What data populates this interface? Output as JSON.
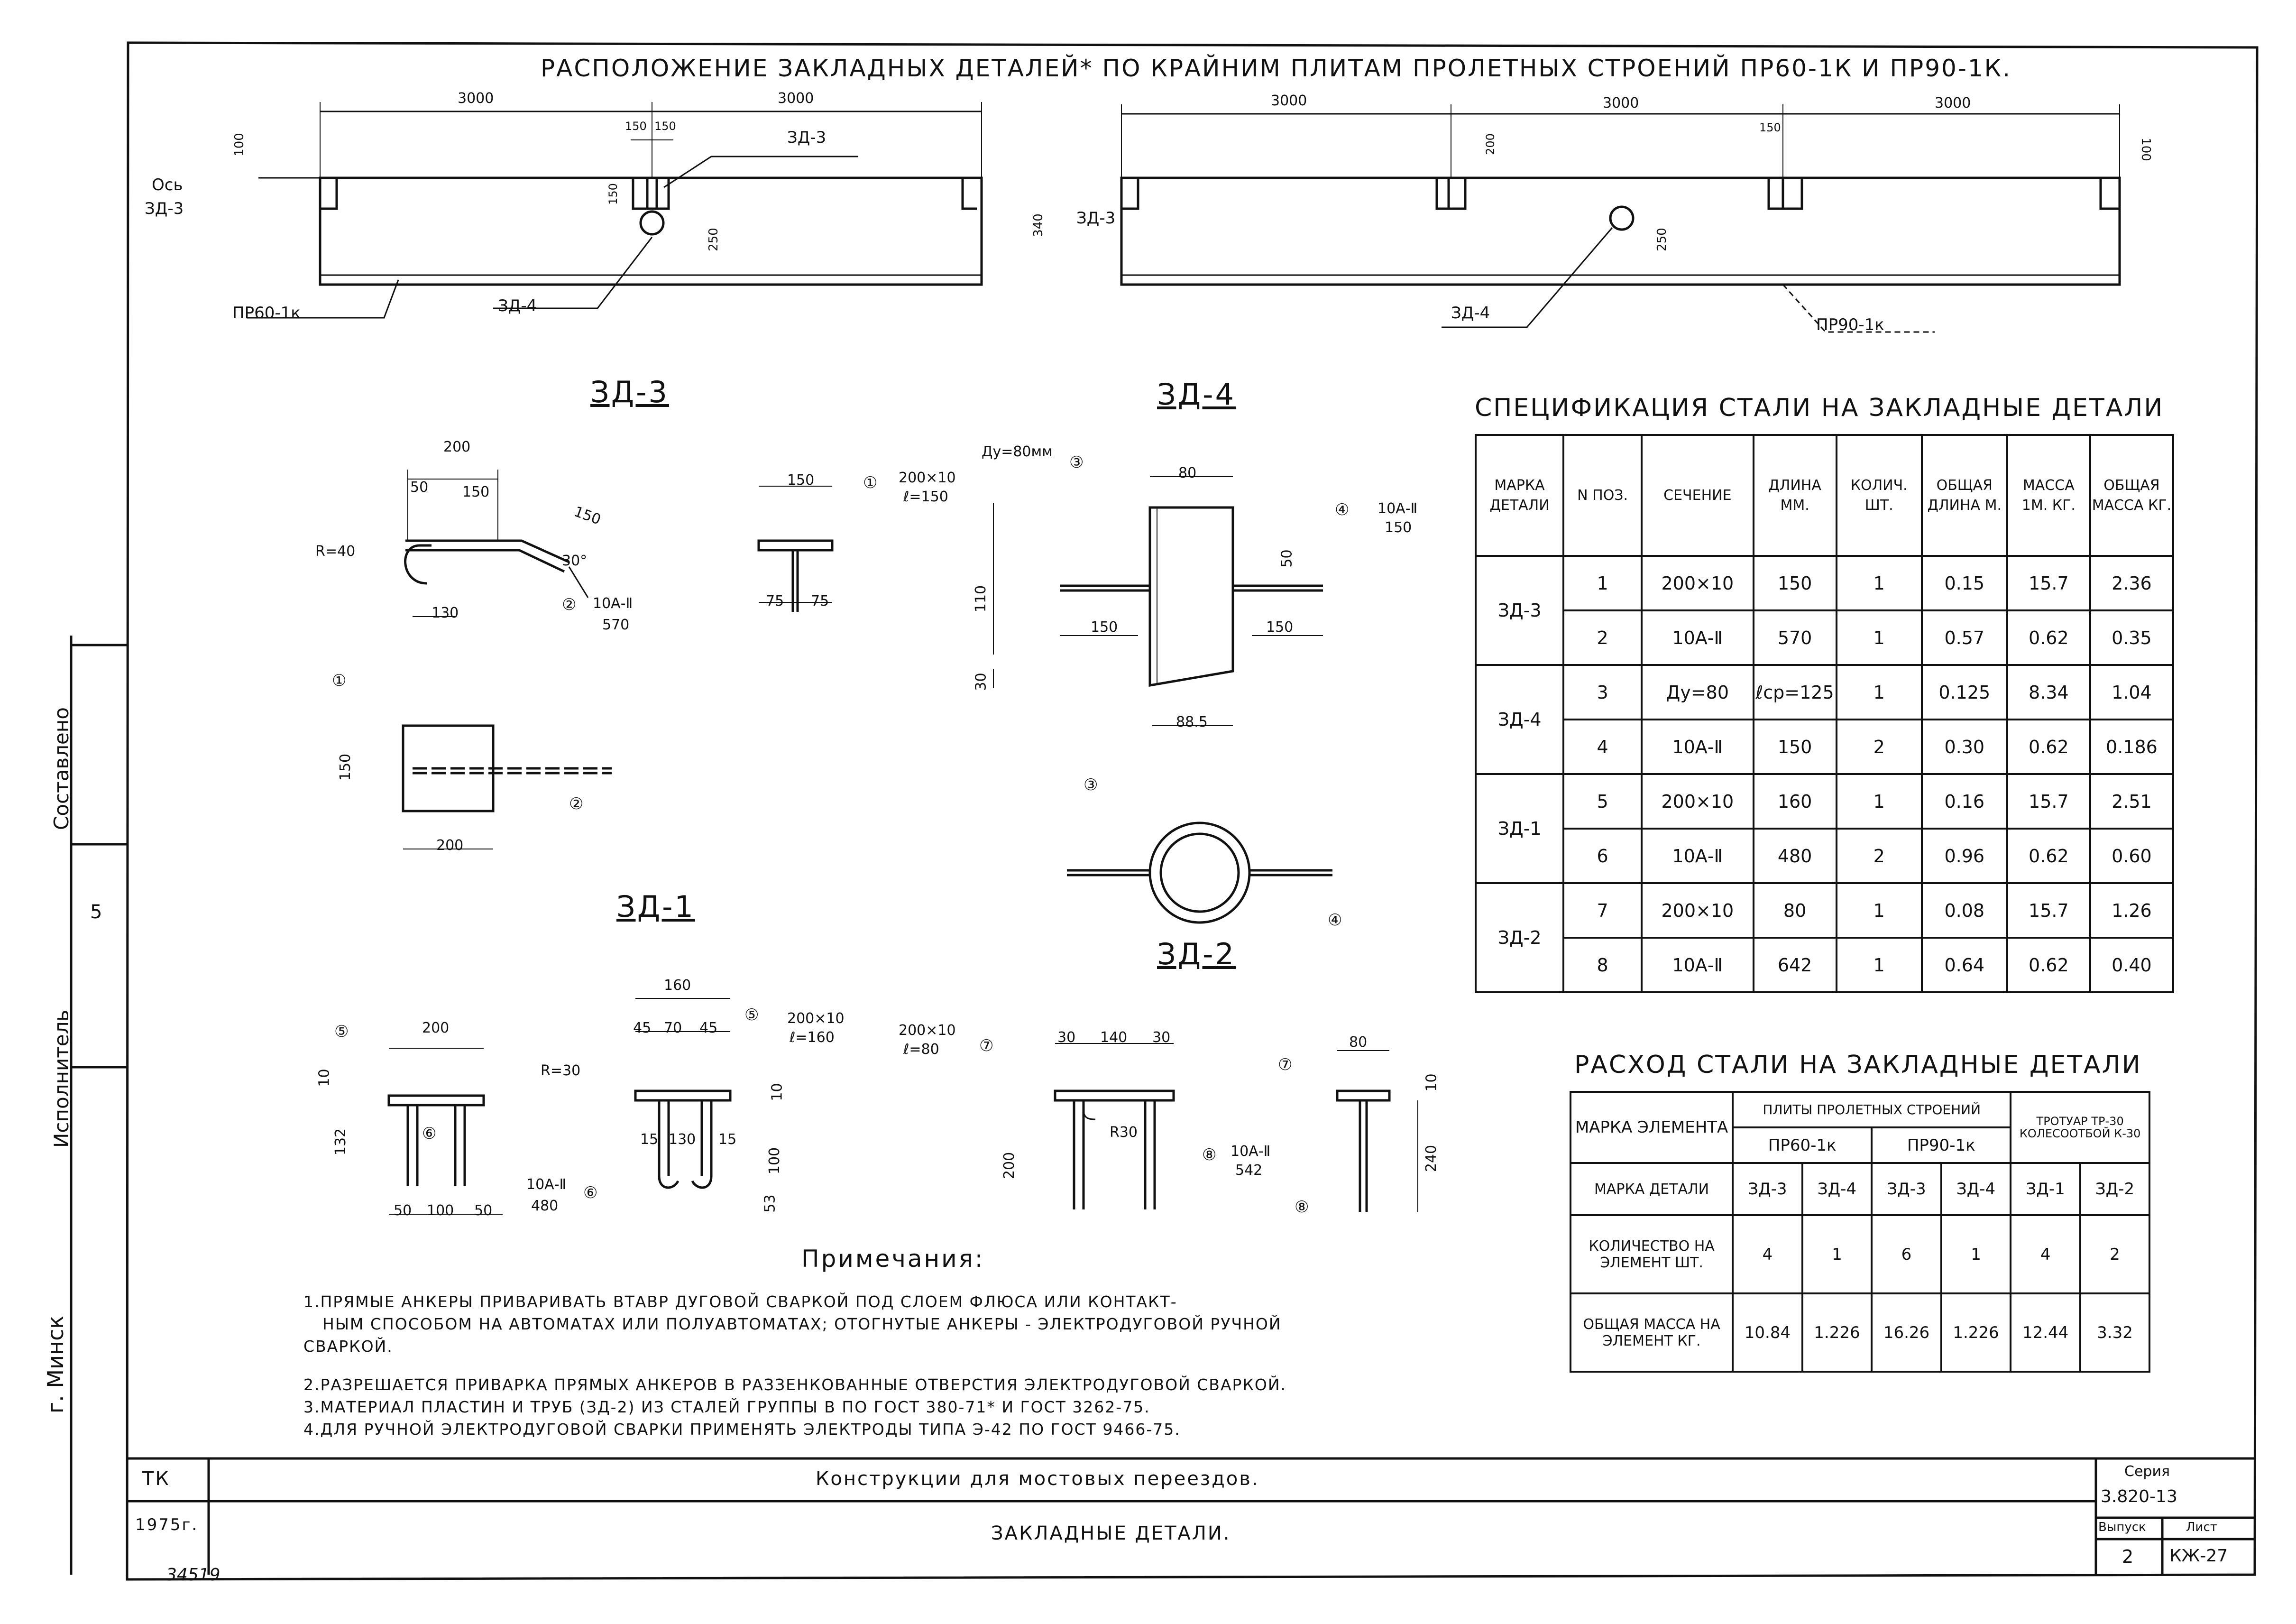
{
  "plan": {
    "title": "Расположение закладных деталей* по крайним плитам пролетных строений ПР60-1к и ПР90-1к.",
    "left_dims": [
      "3000",
      "3000"
    ],
    "right_dims": [
      "3000",
      "3000",
      "3000"
    ],
    "small_dims": [
      "150",
      "150",
      "100",
      "150",
      "250",
      "340",
      "200",
      "250",
      "100",
      "150"
    ],
    "axis_label": "Ось",
    "axis_ref": "ЗД-3",
    "labels": {
      "zd3": "ЗД-3",
      "zd4": "ЗД-4",
      "pr60": "ПР60-1к",
      "pr90": "ПР90-1к"
    }
  },
  "details": {
    "zd3": {
      "title": "ЗД-3",
      "dims": [
        "200",
        "50",
        "150",
        "150",
        "R=40",
        "30°",
        "130",
        "150",
        "200"
      ],
      "pos1_label": "200×10",
      "pos1_len": "ℓ=150",
      "pos2_label": "10А-Ⅱ",
      "pos2_len": "570",
      "tsect": [
        "150",
        "75",
        "75"
      ]
    },
    "zd4": {
      "title": "ЗД-4",
      "dy": "Дy=80мм",
      "dims": [
        "80",
        "110",
        "150",
        "150",
        "30",
        "50",
        "88.5"
      ],
      "pos4_label": "10А-Ⅱ",
      "pos4_len": "150"
    },
    "zd1": {
      "title": "ЗД-1",
      "dims": [
        "200",
        "10",
        "132",
        "50",
        "100",
        "50",
        "160",
        "45",
        "70",
        "45",
        "R=30",
        "15",
        "130",
        "15",
        "100",
        "10",
        "53"
      ],
      "pos5_label": "200×10",
      "pos5_len": "ℓ=160",
      "pos6_label": "10А-Ⅱ",
      "pos6_len": "480"
    },
    "zd2": {
      "title": "ЗД-2",
      "dims": [
        "30",
        "140",
        "30",
        "R30",
        "200",
        "80",
        "10",
        "240"
      ],
      "pos7_label": "200×10",
      "pos7_len": "ℓ=80",
      "pos8_label": "10А-Ⅱ",
      "pos8_len": "542"
    }
  },
  "spec": {
    "title": "Спецификация стали на закладные детали",
    "headers": [
      "Марка детали",
      "N поз.",
      "Сечение",
      "Длина мм.",
      "Колич. шт.",
      "Общая длина м.",
      "Масса 1м. кг.",
      "Общая масса кг."
    ],
    "groups": [
      {
        "mark": "ЗД-3",
        "rows": [
          [
            "1",
            "200×10",
            "150",
            "1",
            "0.15",
            "15.7",
            "2.36"
          ],
          [
            "2",
            "10А-Ⅱ",
            "570",
            "1",
            "0.57",
            "0.62",
            "0.35"
          ]
        ]
      },
      {
        "mark": "ЗД-4",
        "rows": [
          [
            "3",
            "Дy=80",
            "ℓср=125",
            "1",
            "0.125",
            "8.34",
            "1.04"
          ],
          [
            "4",
            "10А-Ⅱ",
            "150",
            "2",
            "0.30",
            "0.62",
            "0.186"
          ]
        ]
      },
      {
        "mark": "ЗД-1",
        "rows": [
          [
            "5",
            "200×10",
            "160",
            "1",
            "0.16",
            "15.7",
            "2.51"
          ],
          [
            "6",
            "10А-Ⅱ",
            "480",
            "2",
            "0.96",
            "0.62",
            "0.60"
          ]
        ]
      },
      {
        "mark": "ЗД-2",
        "rows": [
          [
            "7",
            "200×10",
            "80",
            "1",
            "0.08",
            "15.7",
            "1.26"
          ],
          [
            "8",
            "10А-Ⅱ",
            "642",
            "1",
            "0.64",
            "0.62",
            "0.40"
          ]
        ]
      }
    ]
  },
  "consumption": {
    "title": "Расход стали на закладные детали",
    "h_mark": "Марка элемента",
    "h_plates": "Плиты пролетных строений",
    "h_sidewalk": "Тротуар ТР-30 Колесоотбой К-30",
    "pr60": "ПР60-1к",
    "pr90": "ПР90-1к",
    "row_part": "Марка детали",
    "parts": [
      "ЗД-3",
      "ЗД-4",
      "ЗД-3",
      "ЗД-4",
      "ЗД-1",
      "ЗД-2"
    ],
    "row_qty": "Количество на элемент шт.",
    "qty": [
      "4",
      "1",
      "6",
      "1",
      "4",
      "2"
    ],
    "row_mass": "Общая масса на элемент кг.",
    "mass": [
      "10.84",
      "1.226",
      "16.26",
      "1.226",
      "12.44",
      "3.32"
    ]
  },
  "notes": {
    "heading": "Примечания:",
    "items": [
      "1.Прямые анкеры приваривать втавр дуговой сваркой под слоем флюса или контакт-",
      "ным способом на автоматах или полуавтоматах; отогнутые анкеры - электродуговой ручной",
      "сваркой.",
      "2.Разрешается приварка прямых анкеров в раззенкованные отверстия электродуговой сваркой.",
      "3.Материал пластин и труб (ЗД-2) из сталей группы В по ГОСТ 380-71* и ГОСТ 3262-75.",
      "4.Для ручной электродуговой сварки применять электроды типа Э-42 по ГОСТ 9466-75."
    ]
  },
  "stamp": {
    "tk": "ТК",
    "year": "1975г.",
    "title1": "Конструкции для мостовых переездов.",
    "title2": "Закладные детали.",
    "series_label": "Серия",
    "series": "3.820-13",
    "issue_label": "Выпуск",
    "issue": "2",
    "sheet_label": "Лист",
    "sheet": "КЖ-27",
    "city": "г. Минск",
    "side1": "Исполнитель",
    "side2": "Составлено",
    "side3": "5",
    "bottom_num": "34519"
  }
}
